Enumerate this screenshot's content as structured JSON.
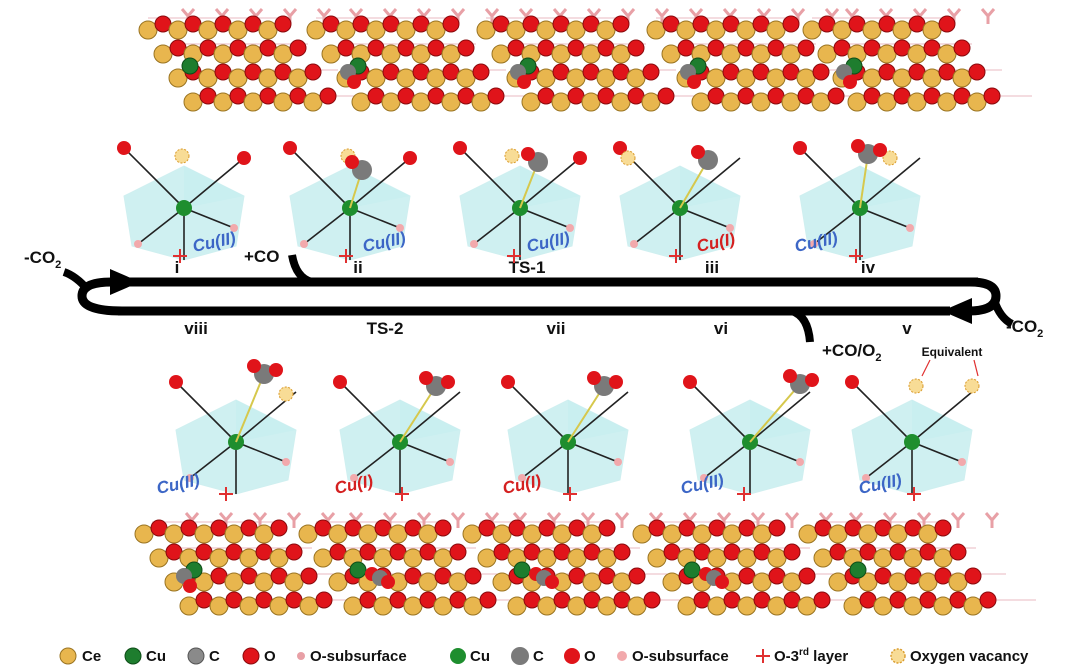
{
  "colors": {
    "ce": "#E8B64E",
    "ce_edge": "#9A7422",
    "cu_slab": "#1E7D2E",
    "cu_center": "#1E8E2E",
    "carbon": "#7A7A7A",
    "oxygen": "#E0141A",
    "o_subsurface": "#F2A9AC",
    "o_3rd_layer": "#E03030",
    "vacancy": "#F8DC96",
    "polyhedron": "#A8E4E6",
    "bond": "#D6C84C",
    "cu2_label": "#3C66C6",
    "cu1_label": "#D42020",
    "arrow": "#000000"
  },
  "states": {
    "top": [
      "i",
      "ii",
      "TS-1",
      "iii",
      "iv"
    ],
    "bottom": [
      "viii",
      "TS-2",
      "vii",
      "vi",
      "v"
    ]
  },
  "oxidation": {
    "top": [
      "Cu(II)",
      "Cu(II)",
      "Cu(II)",
      "Cu(I)",
      "Cu(II)"
    ],
    "bottom": [
      "Cu(II)",
      "Cu(I)",
      "Cu(I)",
      "Cu(II)",
      "Cu(II)"
    ]
  },
  "steps": {
    "co_top": "+CO",
    "co2_left": "-CO",
    "co2_left_sub": "2",
    "co2_right": "-CO",
    "co2_right_sub": "2",
    "co_o2_main": "+CO/O",
    "co_o2_sub": "2"
  },
  "annotation": "Equivalent",
  "legend": {
    "slab": [
      {
        "label": "Ce",
        "icon": "ce-atom-icon"
      },
      {
        "label": "Cu",
        "icon": "cu-atom-icon"
      },
      {
        "label": "C",
        "icon": "c-atom-icon"
      },
      {
        "label": "O",
        "icon": "o-atom-icon"
      },
      {
        "label": "O-subsurface",
        "icon": "o-subsurface-dot-icon"
      }
    ],
    "cluster": [
      {
        "label": "Cu",
        "icon": "cu-ball-icon"
      },
      {
        "label": "C",
        "icon": "c-ball-icon"
      },
      {
        "label": "O",
        "icon": "o-ball-icon"
      },
      {
        "label": "O-subsurface",
        "icon": "o-subsurface-ball-icon"
      }
    ],
    "o_layer_prefix": "O-3",
    "o_layer_sup": "rd",
    "o_layer_suffix": " layer",
    "vacancy": "Oxygen vacancy"
  }
}
